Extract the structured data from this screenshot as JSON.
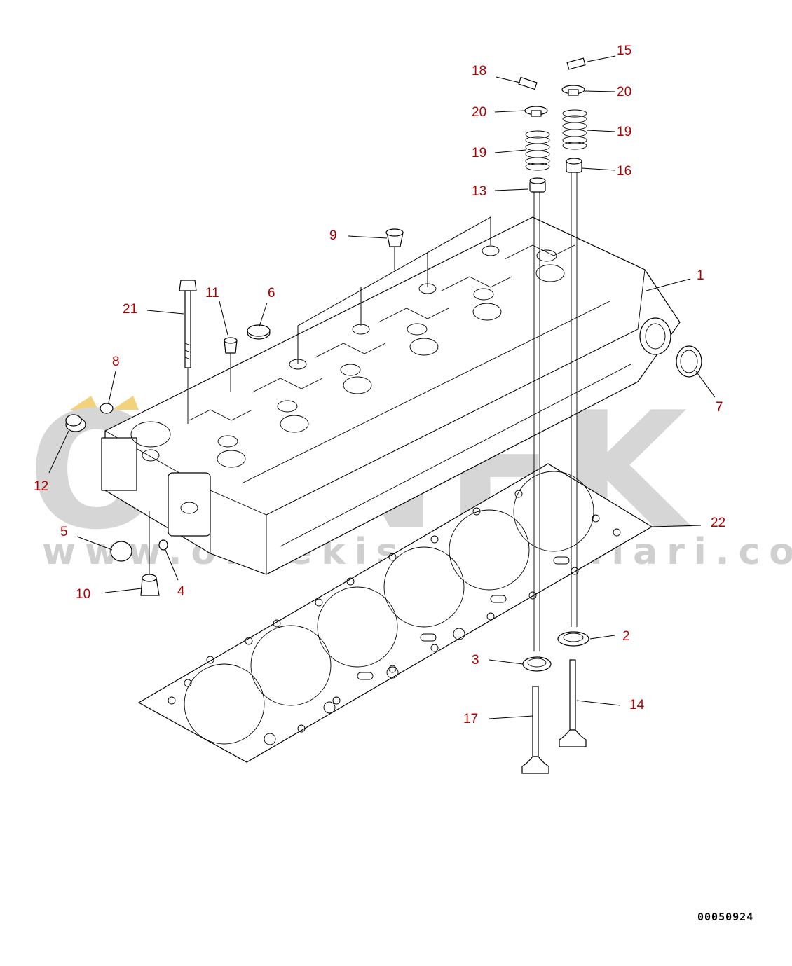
{
  "watermark": {
    "brand": "ORNEK",
    "url": "www.ornekismakinalari.com.tr",
    "accent_color": "#f2d27a"
  },
  "drawing_ref": "00050924",
  "callouts": [
    {
      "id": "c1",
      "text": "1"
    },
    {
      "id": "c2",
      "text": "2"
    },
    {
      "id": "c3",
      "text": "3"
    },
    {
      "id": "c4",
      "text": "4"
    },
    {
      "id": "c5",
      "text": "5"
    },
    {
      "id": "c6",
      "text": "6"
    },
    {
      "id": "c7",
      "text": "7"
    },
    {
      "id": "c8",
      "text": "8"
    },
    {
      "id": "c9",
      "text": "9"
    },
    {
      "id": "c10",
      "text": "10"
    },
    {
      "id": "c11",
      "text": "11"
    },
    {
      "id": "c12",
      "text": "12"
    },
    {
      "id": "c13",
      "text": "13"
    },
    {
      "id": "c14",
      "text": "14"
    },
    {
      "id": "c15",
      "text": "15"
    },
    {
      "id": "c16",
      "text": "16"
    },
    {
      "id": "c17",
      "text": "17"
    },
    {
      "id": "c18",
      "text": "18"
    },
    {
      "id": "c19a",
      "text": "19"
    },
    {
      "id": "c19b",
      "text": "19"
    },
    {
      "id": "c20a",
      "text": "20"
    },
    {
      "id": "c20b",
      "text": "20"
    },
    {
      "id": "c21",
      "text": "21"
    },
    {
      "id": "c22",
      "text": "22"
    }
  ],
  "colors": {
    "callout": "#b00000",
    "line": "#000000",
    "watermark": "#d6d6d6"
  }
}
